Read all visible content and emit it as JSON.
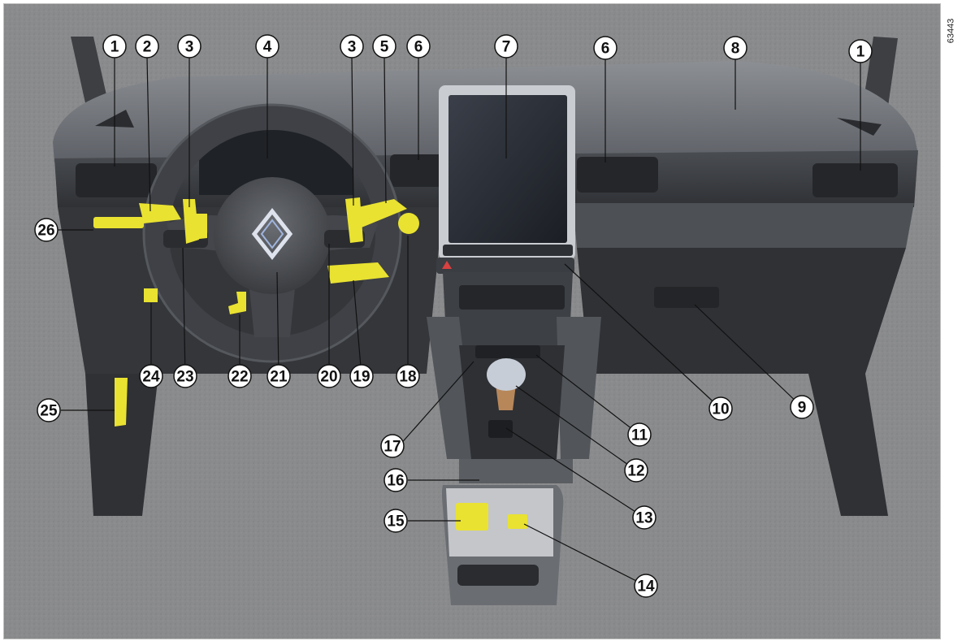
{
  "reference_code": "63443",
  "colors": {
    "background": "#8a8b8c",
    "dash": "#3b3d41",
    "highlight": "#e9e231",
    "badge": "#ffffff"
  },
  "callouts": [
    "1",
    "2",
    "3",
    "4",
    "5",
    "6",
    "7",
    "8",
    "9",
    "10",
    "11",
    "12",
    "13",
    "14",
    "15",
    "16",
    "17",
    "18",
    "19",
    "20",
    "21",
    "22",
    "23",
    "24",
    "25",
    "26"
  ],
  "highlighted_controls": [
    "left-stalk",
    "right-wiper-stalk",
    "steering-paddle-left",
    "steering-paddle-right",
    "lower-right-stalk",
    "start-button",
    "hood-release-lever",
    "bonnet-pedal-lever",
    "small-switch",
    "armrest-switch-left",
    "armrest-switch-right",
    "lighting-stalk-left"
  ]
}
